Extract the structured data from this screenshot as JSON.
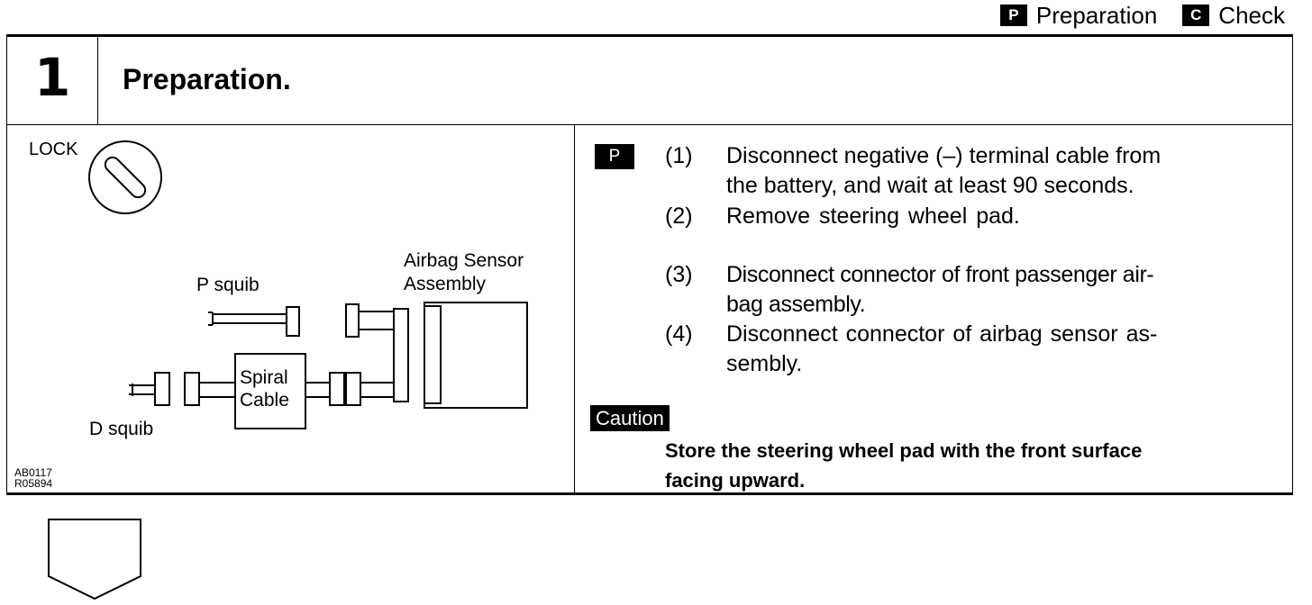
{
  "legend": {
    "p_key": "P",
    "p_label": "Preparation",
    "c_key": "C",
    "c_label": "Check"
  },
  "step": {
    "number": "1",
    "title": "Preparation."
  },
  "diagram": {
    "lock": "LOCK",
    "p_squib": "P squib",
    "d_squib": "D squib",
    "spiral_line1": "Spiral",
    "spiral_line2": "Cable",
    "sensor_line1": "Airbag Sensor",
    "sensor_line2": "Assembly",
    "code1": "AB0117",
    "code2": "R05894"
  },
  "instructions": {
    "badge": "P",
    "items": [
      {
        "num": "(1)",
        "lines": [
          "Disconnect negative (–) terminal cable from",
          "the battery, and wait at least 90 seconds."
        ]
      },
      {
        "num": "(2)",
        "lines": [
          "Remove steering wheel pad."
        ]
      },
      {
        "num": "(3)",
        "lines": [
          "Disconnect connector of front passenger air-",
          "bag assembly."
        ]
      },
      {
        "num": "(4)",
        "lines": [
          "Disconnect connector of airbag sensor as-",
          "sembly."
        ]
      }
    ]
  },
  "caution": {
    "label": "Caution",
    "line1": "Store the steering wheel pad with the front surface",
    "line2": "facing upward."
  }
}
